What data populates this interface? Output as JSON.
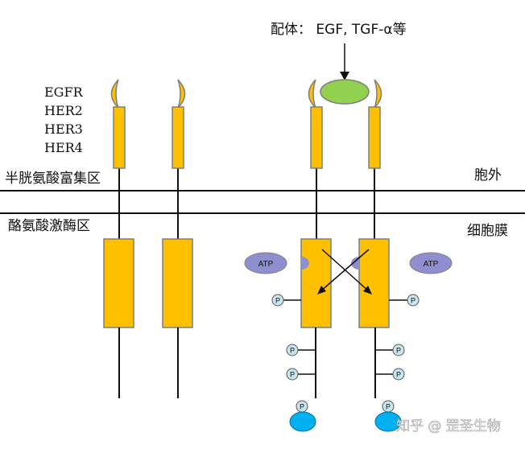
{
  "ligand_label": "配体： EGF, TGF-α等",
  "receptor_names": [
    "EGFR",
    "HER2",
    "HER3",
    "HER4"
  ],
  "region_extracellular_domain": "半胱氨酸富集区",
  "region_outside": "胞外",
  "region_kinase_domain": "酪氨酸激酶区",
  "region_membrane": "细胞膜",
  "atp_label": "ATP",
  "phospho_label": "P",
  "watermark": "知乎 @ 罡圣生物",
  "colors": {
    "receptor": "#FFC000",
    "receptor_edge": "#7F7F7F",
    "ligand": "#92D050",
    "atp": "#8E8FCF",
    "phospho_fill": "#C8E6EF",
    "effector": "#00B0F0"
  }
}
